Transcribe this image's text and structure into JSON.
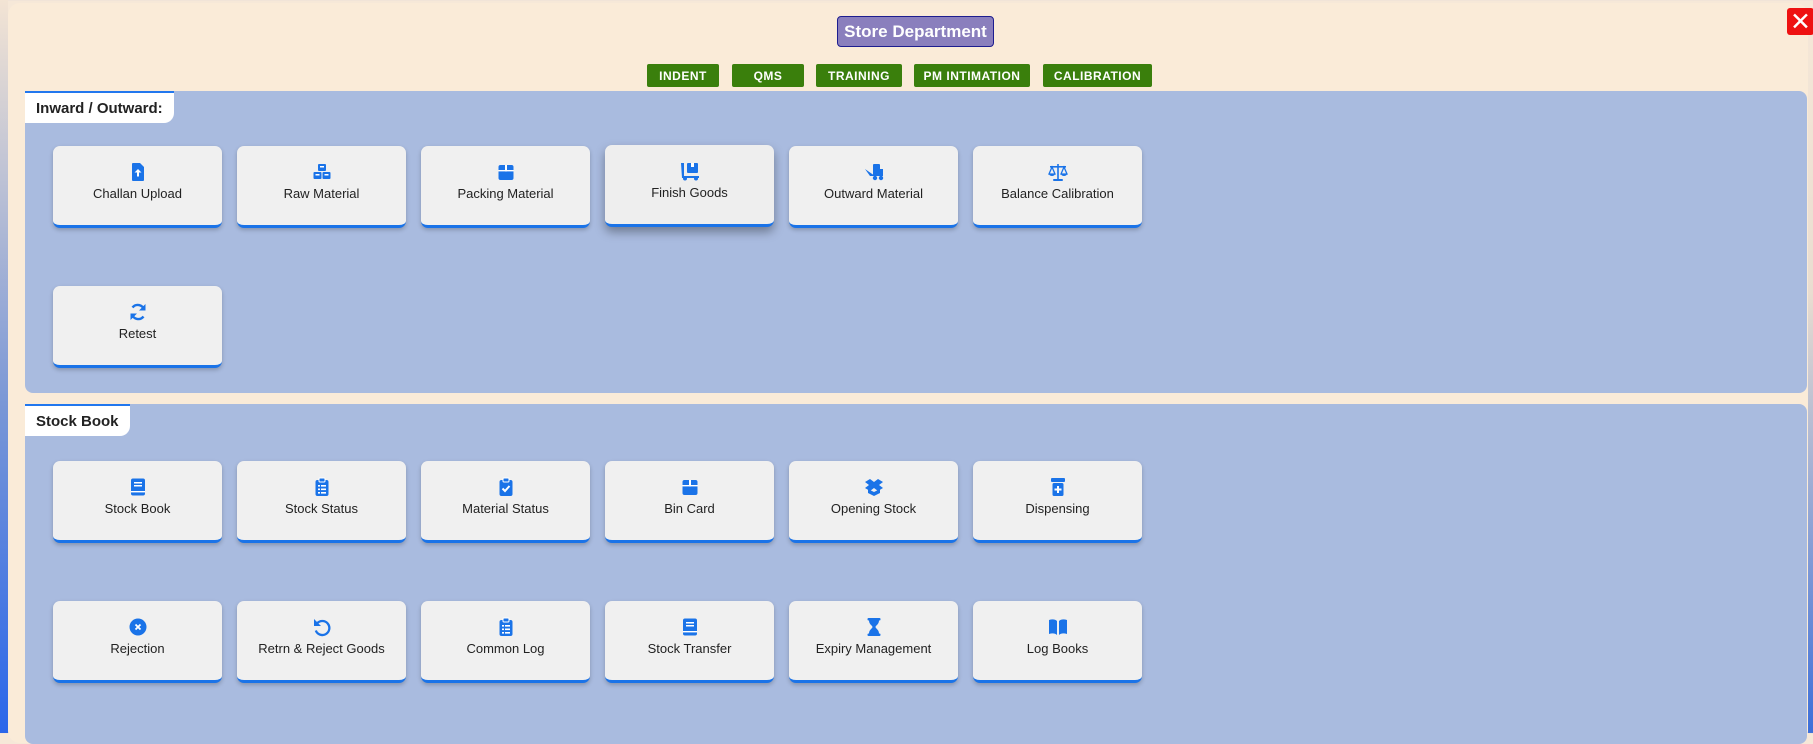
{
  "window": {
    "title": "Store Department",
    "close_symbol": "✕"
  },
  "nav": [
    "INDENT",
    "QMS",
    "TRAINING",
    "PM INTIMATION",
    "CALIBRATION"
  ],
  "colors": {
    "accent": "#1a73e8",
    "nav_green": "#3a7f0c",
    "close_red": "#ee1111",
    "section_bg": "#a9bbdf",
    "window_bg": "#faebd8"
  },
  "sections": [
    {
      "label": "Inward / Outward:",
      "cards": [
        {
          "label": "Challan Upload",
          "icon": "file-upload-icon"
        },
        {
          "label": "Raw Material",
          "icon": "cubes-icon"
        },
        {
          "label": "Packing Material",
          "icon": "box-icon"
        },
        {
          "label": "Finish Goods",
          "icon": "dolly-icon"
        },
        {
          "label": "Outward Material",
          "icon": "truck-ramp-icon"
        },
        {
          "label": "Balance Calibration",
          "icon": "scale-balanced-icon"
        },
        {
          "label": "Retest",
          "icon": "rotate-icon"
        }
      ]
    },
    {
      "label": "Stock Book",
      "cards": [
        {
          "label": "Stock Book",
          "icon": "book-icon"
        },
        {
          "label": "Stock Status",
          "icon": "clipboard-list-icon"
        },
        {
          "label": "Material Status",
          "icon": "clipboard-check-icon"
        },
        {
          "label": "Bin Card",
          "icon": "box-icon"
        },
        {
          "label": "Opening Stock",
          "icon": "box-open-icon"
        },
        {
          "label": "Dispensing",
          "icon": "prescription-bottle-icon"
        },
        {
          "label": "Rejection",
          "icon": "circle-xmark-icon"
        },
        {
          "label": "Retrn & Reject Goods",
          "icon": "rotate-left-icon"
        },
        {
          "label": "Common Log",
          "icon": "clipboard-list-icon"
        },
        {
          "label": "Stock Transfer",
          "icon": "book-icon"
        },
        {
          "label": "Expiry Management",
          "icon": "hourglass-icon"
        },
        {
          "label": "Log Books",
          "icon": "book-open-icon"
        }
      ]
    }
  ]
}
